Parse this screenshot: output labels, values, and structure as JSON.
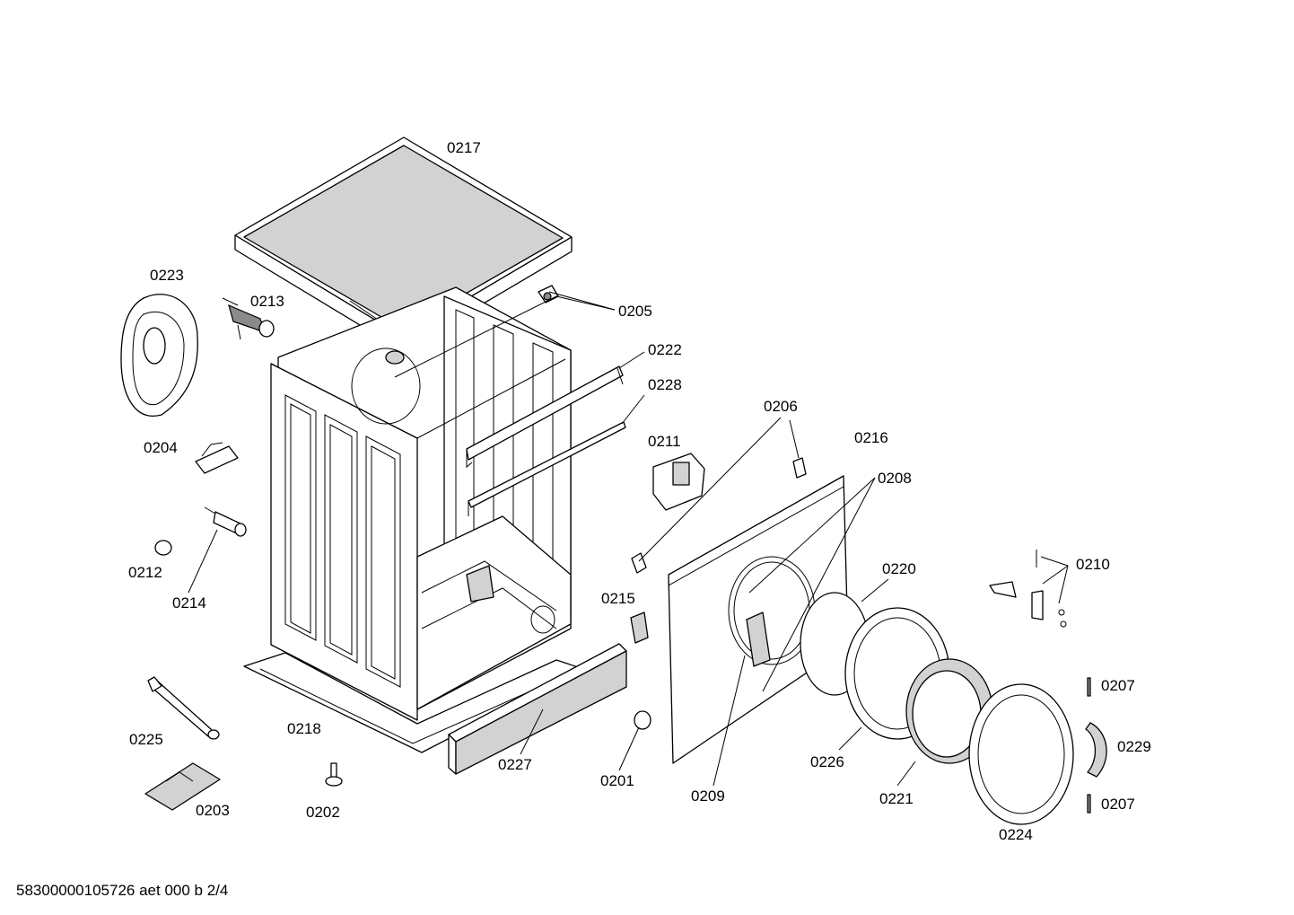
{
  "labels": {
    "p0217": "0217",
    "p0223": "0223",
    "p0213": "0213",
    "p0205": "0205",
    "p0222": "0222",
    "p0228": "0228",
    "p0206": "0206",
    "p0216": "0216",
    "p0211": "0211",
    "p0208": "0208",
    "p0204": "0204",
    "p0212": "0212",
    "p0214": "0214",
    "p0215": "0215",
    "p0220": "0220",
    "p0210": "0210",
    "p0207a": "0207",
    "p0207b": "0207",
    "p0229": "0229",
    "p0225": "0225",
    "p0218": "0218",
    "p0227": "0227",
    "p0201": "0201",
    "p0209": "0209",
    "p0226": "0226",
    "p0221": "0221",
    "p0224": "0224",
    "p0203": "0203",
    "p0202": "0202"
  },
  "footer": "58300000105726 aet 000 b 2/4",
  "colors": {
    "line": "#000000",
    "background": "#ffffff",
    "shade": "#d2d2d2"
  }
}
